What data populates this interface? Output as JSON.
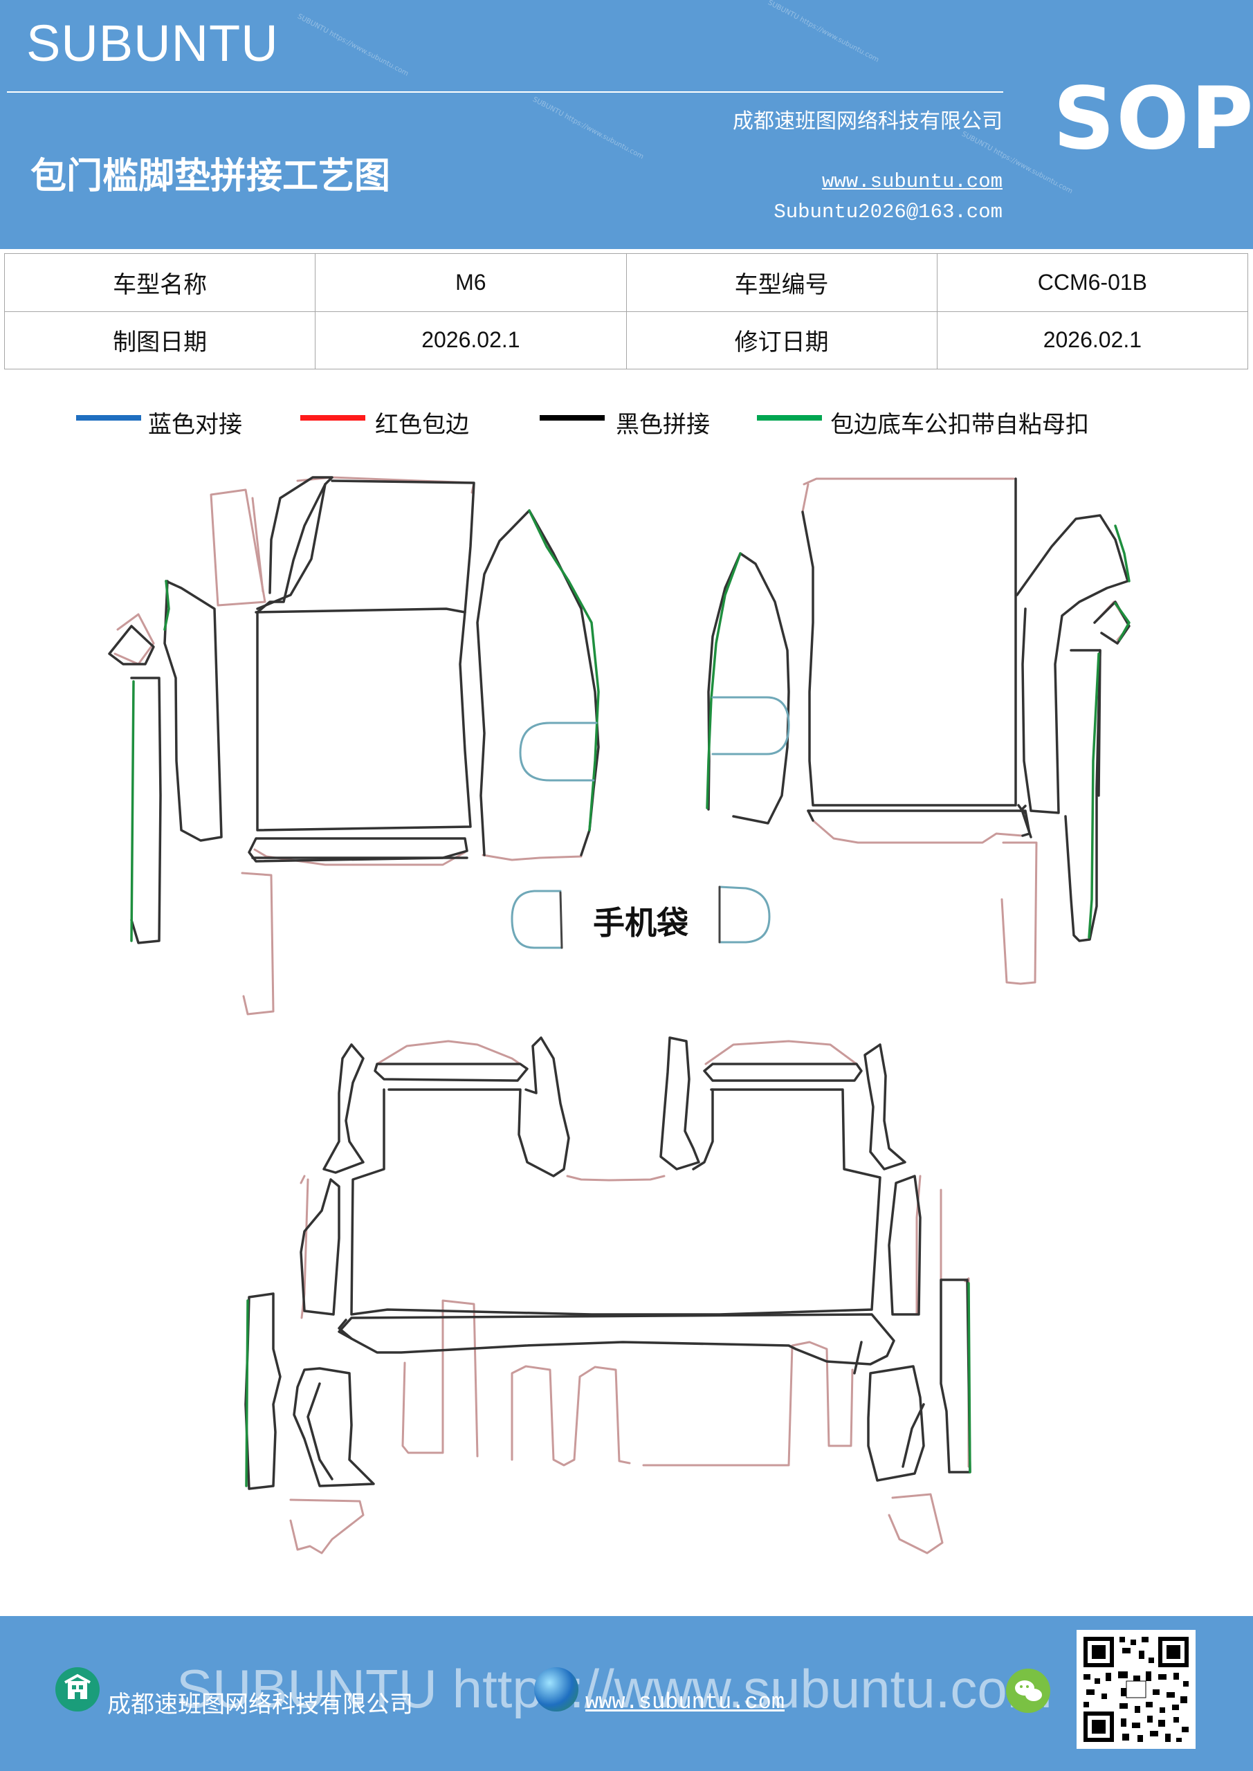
{
  "header": {
    "brand": "SUBUNTU",
    "title": "包门槛脚垫拼接工艺图",
    "company": "成都速班图网络科技有限公司",
    "website": "www.subuntu.com",
    "email": "Subuntu2026@163.com",
    "badge": "SOP"
  },
  "info_table": {
    "rows": [
      {
        "label1": "车型名称",
        "value1": "M6",
        "label2": "车型编号",
        "value2": "CCM6-01B"
      },
      {
        "label1": "制图日期",
        "value1": "2026.02.1",
        "label2": "修订日期",
        "value2": "2026.02.1"
      }
    ]
  },
  "legend": [
    {
      "color": "#1f6fc0",
      "label": "蓝色对接"
    },
    {
      "color": "#ff1a1a",
      "label": "红色包边"
    },
    {
      "color": "#000000",
      "label": "黑色拼接"
    },
    {
      "color": "#00a651",
      "label": "包边底车公扣带自粘母扣"
    }
  ],
  "drawing": {
    "phone_pocket_label": "手机袋",
    "colors": {
      "trim": "#c99a9a",
      "join": "#333333",
      "velcro": "#1e8f3e",
      "dock": "#6fa8b8"
    }
  },
  "footer": {
    "company": "成都速班图网络科技有限公司",
    "website": "www.subuntu.com",
    "watermark": "SUBUNTU https://www.subuntu.com"
  }
}
